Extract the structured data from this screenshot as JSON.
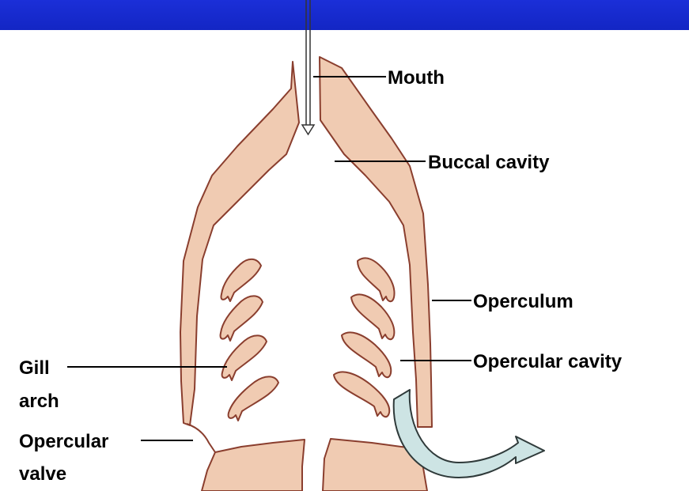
{
  "colors": {
    "header_bar": "#1a2ed6",
    "tissue_fill": "#f0cbb2",
    "tissue_stroke": "#8a3e2e",
    "flow_arrow": "#cde4e4"
  },
  "labels": {
    "mouth": "Mouth",
    "buccal_cavity": "Buccal cavity",
    "operculum": "Operculum",
    "opercular_cavity": "Opercular cavity",
    "gill": "Gill",
    "arch": "arch",
    "opercular": "Opercular",
    "valve": "valve"
  }
}
